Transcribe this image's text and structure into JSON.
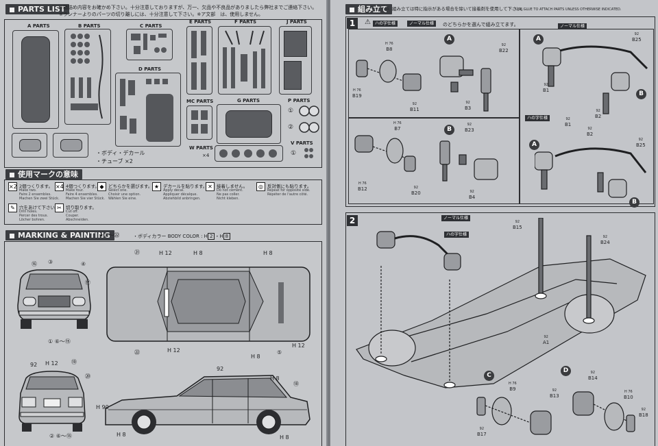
{
  "left_page": {
    "parts_list": {
      "header": "PARTS LIST",
      "notes": [
        "※箱詰め内容をお確かめ下さい。十分注意しておりますが、万一、欠品や不良品がありましたら弊社までご連絡下さい。",
        "※ランナーよりのパーツの切り離しには、十分注意して下さい。※ア文部　は、使用しません。"
      ],
      "groups": [
        {
          "label": "A PARTS"
        },
        {
          "label": "B PARTS"
        },
        {
          "label": "C PARTS"
        },
        {
          "label": "D PARTS"
        },
        {
          "label": "E PARTS"
        },
        {
          "label": "F PARTS"
        },
        {
          "label": "J PARTS"
        },
        {
          "label": "MC PARTS"
        },
        {
          "label": "G PARTS"
        },
        {
          "label": "P PARTS"
        },
        {
          "label": "W PARTS"
        },
        {
          "label": "V PARTS"
        }
      ],
      "w_multiplier": "×4",
      "body_decal": "・ボディ・デカール",
      "tube": "・チューブ ×2",
      "p_rows": [
        "①",
        "②"
      ],
      "v_rows": [
        "①"
      ]
    },
    "marks": {
      "header": "使用マークの意味",
      "items": [
        {
          "icon": "×2",
          "title": "2個つくります。",
          "sub": "Make two.\nFaire 2 ensembles.\nMachen Sie zwei Stück."
        },
        {
          "icon": "×4",
          "title": "4個つくります。",
          "sub": "Make four.\nFaire 4 ensembles.\nMachen Sie vier Stück."
        },
        {
          "icon": "◆",
          "title": "どちらかを選びます。",
          "sub": "Select one.\nChoisir une option.\nWählen Sie eine."
        },
        {
          "icon": "★",
          "title": "デカールを貼ります。",
          "sub": "Apply decal.\nAppliquer décalque.\nAbziehbild anbringen."
        },
        {
          "icon": "✕",
          "title": "接着しません。",
          "sub": "Do not cement.\nNe pas coller.\nNicht kleben."
        },
        {
          "icon": "◎",
          "title": "反対側にも貼ります。",
          "sub": "Repeat for opposite side.\nRépéter de l'autre côté."
        },
        {
          "icon": "✎",
          "title": "穴をあけて下さい。",
          "sub": "Drill holes.\nPercer des trous.\nLöcher bohren."
        },
        {
          "icon": "✂",
          "title": "切り取ります。",
          "sub": "Cut off.\nCouper.\nAbschneiden."
        }
      ]
    },
    "marking": {
      "header": "MARKING & PAINTING",
      "decal_range_a": "①",
      "decal_range_sep": "〜",
      "decal_range_b": "㉒",
      "body_color_text": "・ボディカラー BODY COLOR : H",
      "color_1": "2",
      "color_sep": "・H",
      "color_2": "8",
      "front_callouts": [
        "⑯",
        "③",
        "④",
        "⑰"
      ],
      "front_range": "① ⑥〜⑮",
      "rear_callouts": [
        "92",
        "H 12",
        "⑲",
        "⑳"
      ],
      "rear_range": "② ⑥〜⑮",
      "top_callouts": [
        "㉑",
        "H 12",
        "H 8",
        "H 8",
        "H 12",
        "⑤",
        "H 12",
        "㉒"
      ],
      "side_callouts": [
        "92",
        "H 8",
        "H 8",
        "⑱",
        "H 8",
        "H 8",
        "H 90"
      ]
    }
  },
  "right_page": {
    "header": "組み立て",
    "warning": "組み立ては特に指示がある場合を除いて接着剤を使用して下さい。",
    "warning_en": "USE GLUE TO ATTACH PARTS UNLESS OTHERWISE INDICATED.",
    "step1": {
      "num": "1",
      "choice_text": "のどちらかを選んで組み立てます。",
      "tag_hachi": "ハの字仕様",
      "tag_normal": "ノーマル仕様",
      "subs": [
        "A",
        "B"
      ],
      "parts_a": [
        {
          "sup": "H 76",
          "no": "B8"
        },
        {
          "sup": "H 76",
          "no": "B19"
        },
        {
          "sup": "92",
          "no": "B11"
        },
        {
          "sup": "92",
          "no": "B22"
        },
        {
          "sup": "92",
          "no": "B3"
        }
      ],
      "parts_b": [
        {
          "sup": "H 76",
          "no": "B7"
        },
        {
          "sup": "H 76",
          "no": "B12"
        },
        {
          "sup": "92",
          "no": "B20"
        },
        {
          "sup": "92",
          "no": "B23"
        },
        {
          "sup": "92",
          "no": "B4"
        }
      ],
      "right_tag_normal": "ノーマル仕様",
      "right_tag_hachi": "ハの字仕様",
      "right_parts_top": [
        {
          "sup": "92",
          "no": "B25"
        },
        {
          "sup": "92",
          "no": "B1"
        },
        {
          "sup": "92",
          "no": "B2"
        }
      ],
      "right_parts_bottom": [
        {
          "sup": "92",
          "no": "B1"
        },
        {
          "sup": "92",
          "no": "B2"
        },
        {
          "sup": "92",
          "no": "B25"
        }
      ]
    },
    "step2": {
      "num": "2",
      "tag_normal": "ノーマル仕様",
      "tag_hachi": "ハの字仕様",
      "parts": [
        {
          "sup": "92",
          "no": "B15"
        },
        {
          "sup": "92",
          "no": "B24"
        },
        {
          "sup": "92",
          "no": "A1"
        }
      ],
      "subs": [
        "C",
        "D"
      ],
      "parts_c": [
        {
          "sup": "H 76",
          "no": "B9"
        },
        {
          "sup": "92",
          "no": "B13"
        },
        {
          "sup": "92",
          "no": "B17"
        }
      ],
      "parts_d": [
        {
          "sup": "92",
          "no": "B14"
        },
        {
          "sup": "H 76",
          "no": "B10"
        },
        {
          "sup": "92",
          "no": "B18"
        }
      ]
    }
  }
}
